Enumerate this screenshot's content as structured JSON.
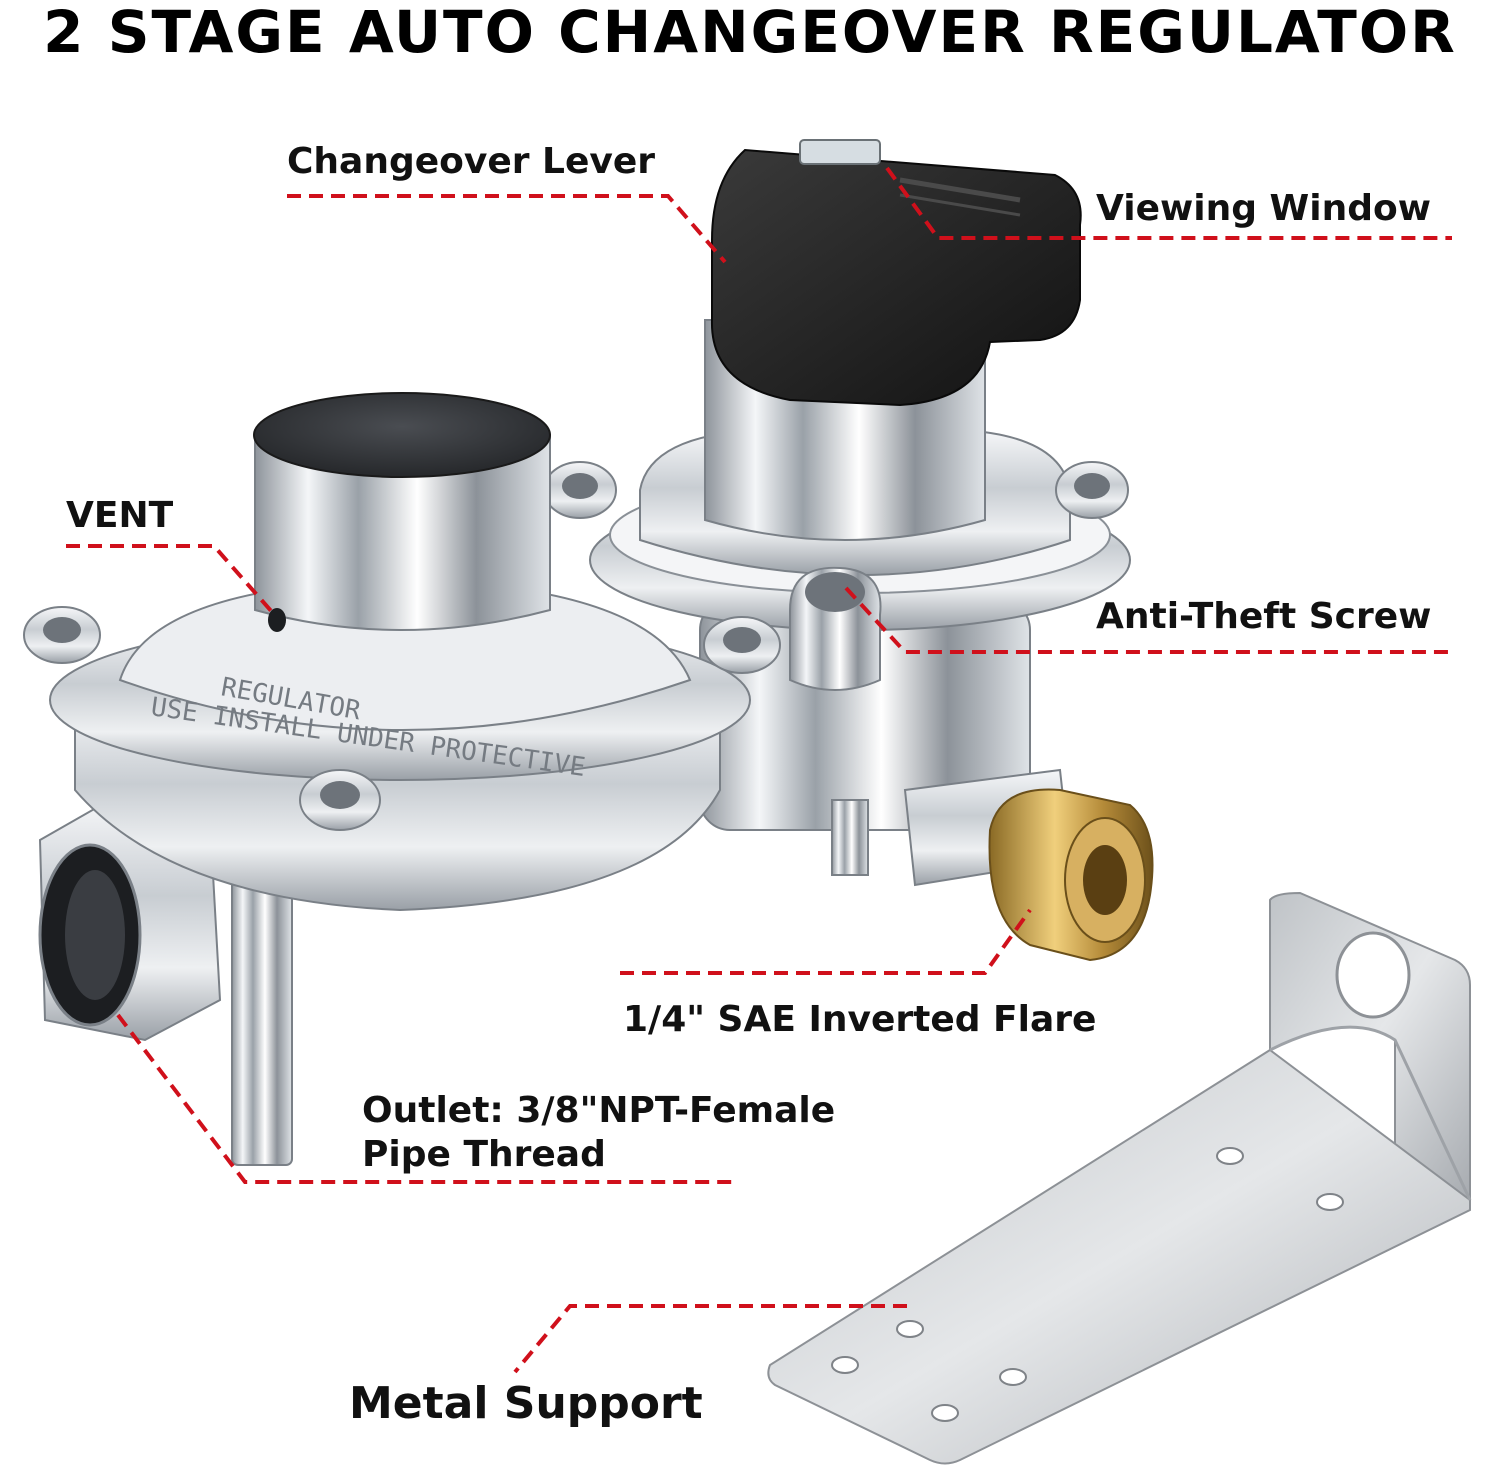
{
  "title": "2 STAGE AUTO CHANGEOVER REGULATOR",
  "callouts": {
    "changeover_lever": "Changeover Lever",
    "viewing_window": "Viewing Window",
    "vent": "VENT",
    "anti_theft_screw": "Anti-Theft Screw",
    "inverted_flare": "1/4\" SAE Inverted Flare",
    "outlet_line1": "Outlet: 3/8\"NPT-Female",
    "outlet_line2": "Pipe Thread",
    "metal_support": "Metal Support"
  },
  "regulator_markings": {
    "line1": "REGULATOR",
    "line2": "USE INSTALL UNDER PROTECTIVE"
  },
  "colors": {
    "leader": "#d0101b",
    "text": "#111111",
    "chrome": "#cfd3d8",
    "knob": "#1e1e1e",
    "brass": "#c9a04a"
  }
}
